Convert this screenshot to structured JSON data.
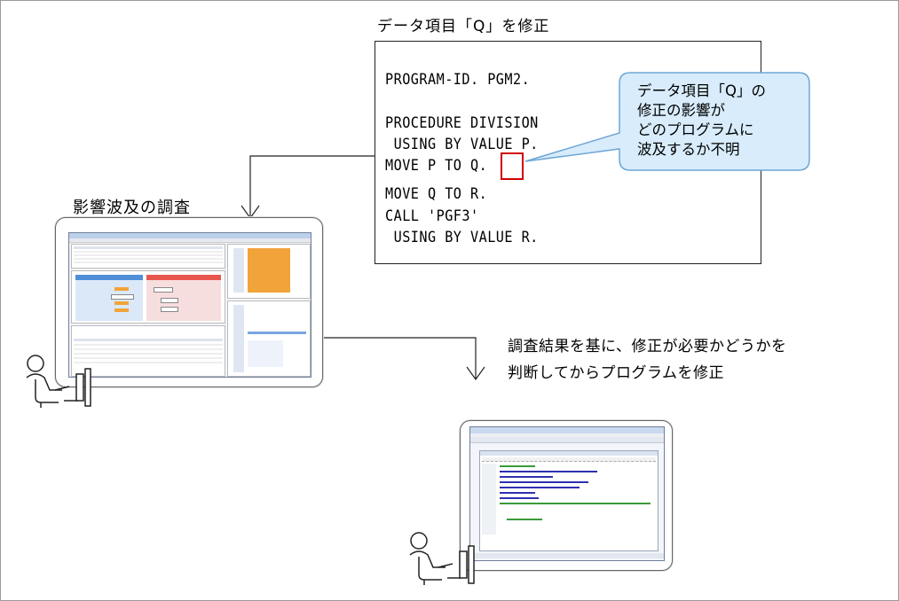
{
  "top_label": "データ項目「Q」を修正",
  "code_lines": [
    "PROGRAM-ID. PGM2.",
    "",
    "PROCEDURE DIVISION",
    " USING BY VALUE P.",
    "MOVE P TO Q.",
    "MOVE Q TO R.",
    "CALL 'PGF3'",
    " USING BY VALUE R."
  ],
  "callout_lines": [
    "データ項目「Q」の",
    "修正の影響が",
    "どのプログラムに",
    "波及するか不明"
  ],
  "investigation_label": "影響波及の調査",
  "note_lines": [
    "調査結果を基に、修正が必要かどうかを",
    "判断してからプログラムを修正"
  ],
  "colors": {
    "callout_fill": "#d8ecfb",
    "callout_border": "#6ea6d6",
    "highlight_box": "#d00000",
    "analysis_orange": "#f2a33a"
  },
  "icons": [
    "person-at-computer-icon",
    "person-at-computer-icon"
  ]
}
